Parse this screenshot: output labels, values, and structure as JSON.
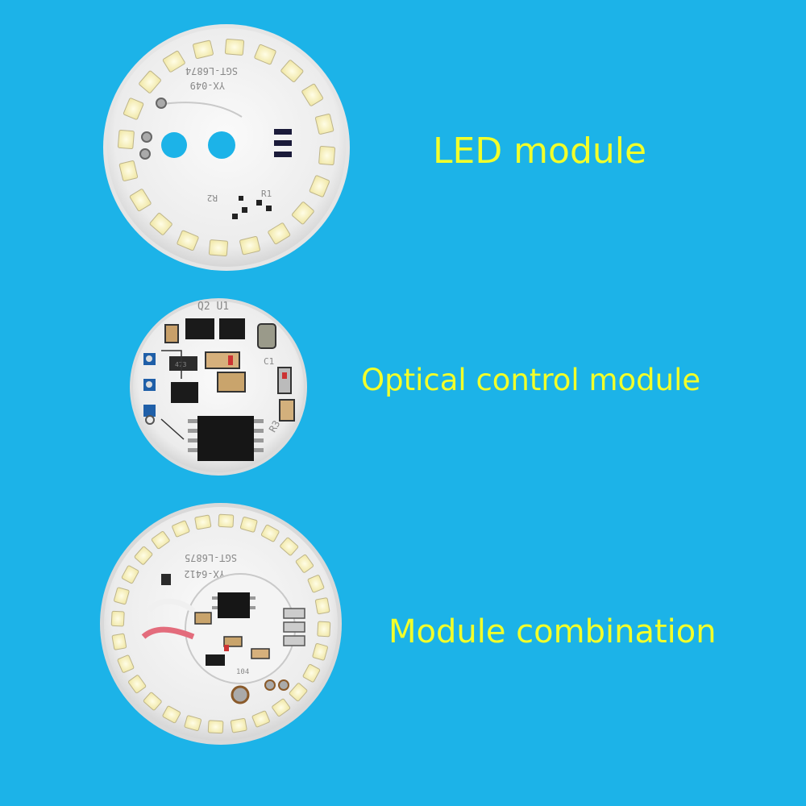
{
  "labels": {
    "led_module": "LED module",
    "optical_control_module": "Optical control module",
    "module_combination": "Module combination"
  },
  "silkscreen": {
    "led_board_model": "YX-049",
    "led_board_code": "SGT-L6874",
    "combo_board_model": "YX-6412",
    "combo_board_code": "SGT-L6875",
    "r1": "R1",
    "r2": "R2",
    "q2u1": "Q2 U1",
    "c1": "C1",
    "r3": "R3",
    "chip_473": "473",
    "chip_104": "104"
  },
  "colors": {
    "background": "#1cb3e8",
    "label_text": "#f2ff2a",
    "pcb": "#f2f2f2",
    "led": "#fbf7d2"
  }
}
